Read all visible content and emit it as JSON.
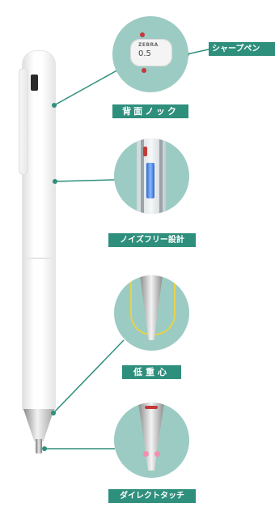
{
  "figure": {
    "brand_engraving": "ZEBRA",
    "lead_size": "0.5",
    "labels": {
      "mechanical_pencil": "シャープペン",
      "back_knock": "背面ノック",
      "noise_free": "ノイズフリー設計",
      "low_center": "低重心",
      "direct_touch": "ダイレクトタッチ"
    },
    "colors": {
      "label_bg": "#2e8f7c",
      "circle_bg": "#9ccbc3",
      "leader_line": "#2e8f7c",
      "pen_body": "#ffffff",
      "accent_red": "#c23a3a",
      "ink_blue": "#2a66c9",
      "spring_yellow": "#e6d24a",
      "contact_pink": "#f08fb0"
    }
  }
}
